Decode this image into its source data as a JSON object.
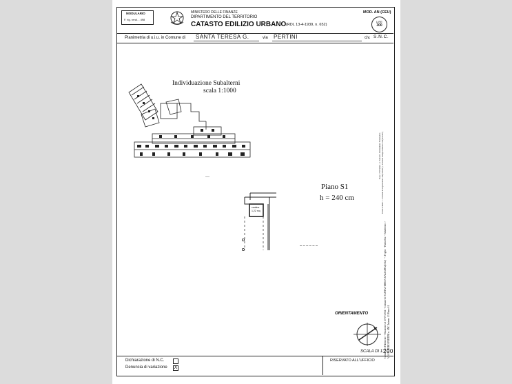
{
  "header": {
    "modulario_label": "MODULARIO",
    "modulario_code": "F. rig. rend. - 498",
    "ministry": "MINISTERO DELLE FINANZE",
    "department": "DIPARTIMENTO DEL TERRITORIO",
    "title": "CATASTO EDILIZIO URBANO",
    "decree": "(RDL 13-4-1939, n. 652)",
    "model": "MOD. AN (CEU)",
    "stamp_line1": "LIRE",
    "stamp_line2": "300"
  },
  "planimetria": {
    "prefix": "Planimetria di u.i.u. in Comune di",
    "comune": "SANTA TERESA G.",
    "via_label": "via",
    "via_value": "PERTINI",
    "civ_label": "civ.",
    "civ_value": "S.N.C."
  },
  "subalterni": {
    "title": "Individuazione Subalterni",
    "scale": "scala 1:1000"
  },
  "unit": {
    "label_line1": "cantina",
    "label_line2": "1,22 mq"
  },
  "floor": {
    "name": "Piano S1",
    "height": "h = 240 cm"
  },
  "side_text": {
    "line1": "Data: 17/07/2024 - n. T22128 - Richiedente: Telematico",
    "line2": "Totale schede: 1 - Formato di acquisizione: A4(210x297) - Formato stampa richiesto: A4(210x297)",
    "line3": "Catasto dei Fabbricati - Situazione al 17/07/2024 - Comune di SANTA TERESA GALLURA(I312) - < Foglio: - Particella: - Subalterno: >",
    "line4": "VIA SANDRO PERTINI n. SNC Interno 13 Piano S1"
  },
  "orientation": {
    "label": "ORIENTAMENTO"
  },
  "scale_footer": {
    "label": "SCALA DI 1:",
    "value": "200"
  },
  "footer": {
    "dichiarazione": "Dichiarazione di N.C.",
    "denuncia": "Denuncia di variazione",
    "checked_mark": "X",
    "reserved": "RISERVATO ALL'UFFICIO"
  }
}
